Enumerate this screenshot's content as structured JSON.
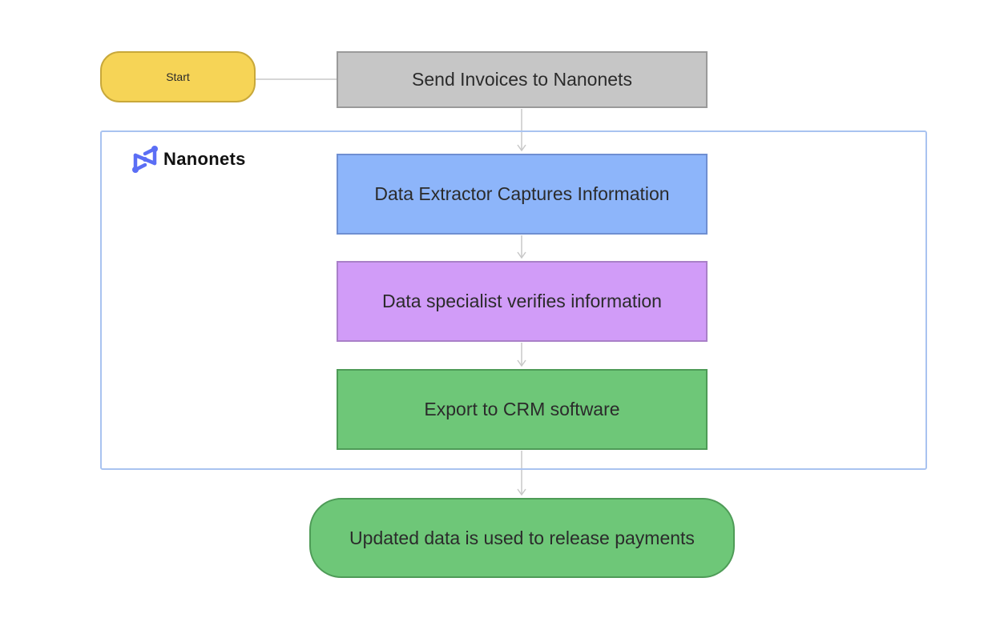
{
  "colors": {
    "start": "#f6d456",
    "send": "#c6c6c6",
    "extract": "#8db5fa",
    "verify": "#d19cf8",
    "export": "#6ec778",
    "release": "#6ec778",
    "frame": "#a9c3f0",
    "connector": "#c8c8c8",
    "brand": "#5b6ef5"
  },
  "brand": {
    "name": "Nanonets",
    "logo_icon": "nanonets-logo-icon"
  },
  "nodes": {
    "start": "Start",
    "send": "Send Invoices to Nanonets",
    "extract": "Data Extractor Captures Information",
    "verify": "Data specialist verifies information",
    "export": "Export to CRM software",
    "release": "Updated data is used to release payments"
  }
}
